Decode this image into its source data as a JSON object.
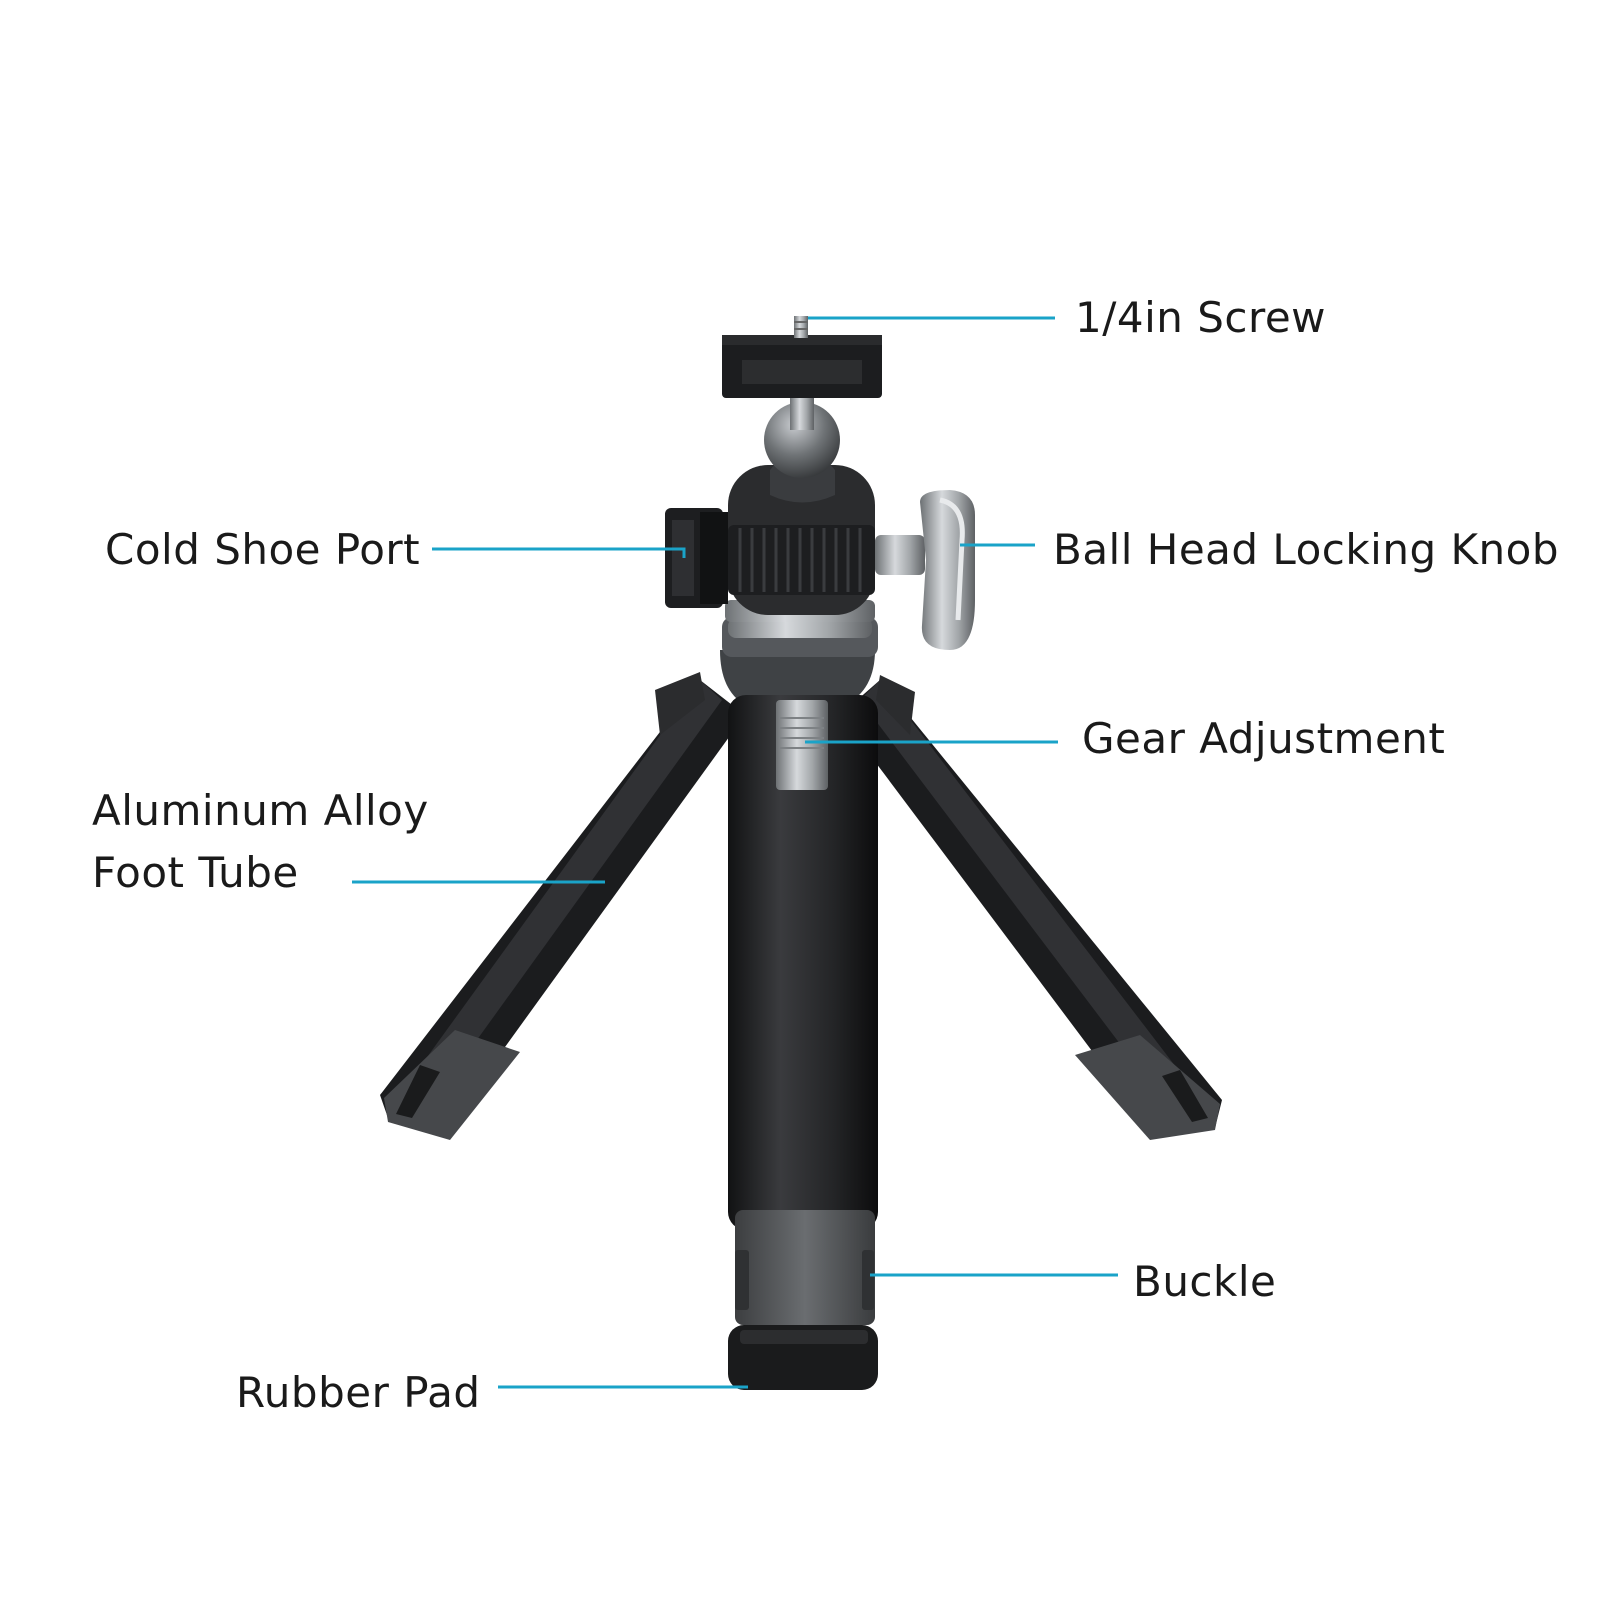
{
  "accent_color": "#1aa3c8",
  "product_colors": {
    "body": "#2a2b2d",
    "body_dark": "#151617",
    "metal": "#9ea2a6",
    "grip": "#55585b"
  },
  "labels": {
    "screw": "1/4in Screw",
    "cold_shoe": "Cold Shoe Port",
    "locking_knob": "Ball Head Locking Knob",
    "gear": "Gear Adjustment",
    "foot_tube_line1": "Aluminum Alloy",
    "foot_tube_line2": "Foot Tube",
    "buckle": "Buckle",
    "rubber_pad": "Rubber Pad"
  }
}
